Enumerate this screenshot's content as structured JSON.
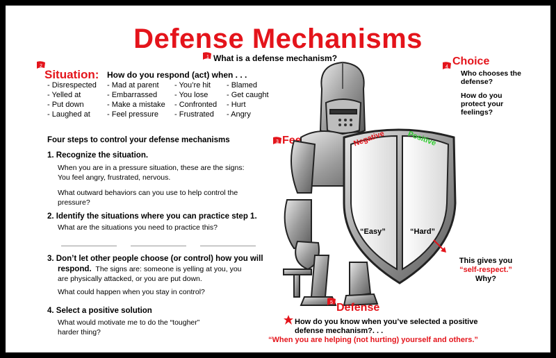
{
  "title": "Defense Mechanisms",
  "what_is": {
    "badge": "1",
    "text": "What is a defense mechanism?"
  },
  "situation": {
    "badge": "2",
    "heading": "Situation:",
    "prompt": "How do you respond (act) when . . .",
    "columns": [
      [
        "- Disrespected",
        "- Yelled at",
        "- Put down",
        "- Laughed at"
      ],
      [
        "- Mad at parent",
        "- Embarrassed",
        "- Make a mistake",
        "- Feel pressure"
      ],
      [
        "- You’re hit",
        "- You lose",
        "- Confronted",
        "- Frustrated"
      ],
      [
        "- Blamed",
        "- Get caught",
        "- Hurt",
        "- Angry"
      ]
    ]
  },
  "choice": {
    "badge": "4",
    "heading": "Choice",
    "q1": [
      "Who chooses the",
      "defense?"
    ],
    "q2": [
      "How do you",
      "protect your",
      "feelings?"
    ]
  },
  "feeling": {
    "badge": "3",
    "heading": "Feeling"
  },
  "shield": {
    "negative": "Negative",
    "positive": "Positive",
    "easy": "“Easy”",
    "hard": "“Hard”"
  },
  "self_respect": {
    "line1": "This gives you",
    "line2": "“self-respect.”",
    "line3": "Why?"
  },
  "steps": {
    "heading": "Four steps to control your defense mechanisms",
    "s1_title": "1. Recognize the situation.",
    "s1_p1": [
      "When you are in a pressure situation, these are the signs:",
      "You feel angry, frustrated,  nervous."
    ],
    "s1_p2": [
      "What outward behaviors can you use to help control the",
      "pressure?"
    ],
    "s2_title": "2. Identify the situations where you can practice step 1.",
    "s2_p1": "What are the situations you need to practice this?",
    "s3_title": "3. Don’t let other people choose (or control) how you will",
    "s3_title2": "respond.",
    "s3_signs": "The signs are: someone is yelling at you, you",
    "s3_signs2": "are physically attacked, or you are put down.",
    "s3_p2": "What could happen when you stay in control?",
    "s4_title": "4. Select a positive solution",
    "s4_p1": [
      "What would motivate me to do the “tougher”",
      "harder thing?"
    ]
  },
  "defense": {
    "badge": "5",
    "heading": "Defense",
    "question": [
      "How do you know when you’ve selected a positive",
      "defense mechanism?. . ."
    ],
    "answer": "“When you are helping (not hurting) yourself and others.”"
  },
  "colors": {
    "red": "#e4141b",
    "green": "#2ecc2e",
    "black": "#000000"
  }
}
